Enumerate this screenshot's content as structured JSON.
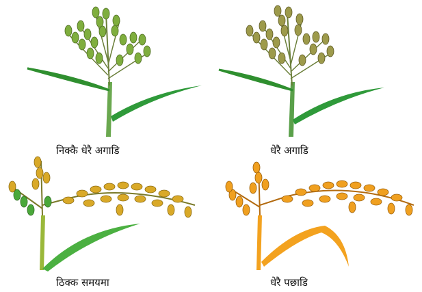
{
  "stages": [
    {
      "label": "निक्कै धेरै अगाडि",
      "grain_color": "#7fae3e",
      "leaf_color": "#3c9b2e"
    },
    {
      "label": "धेरै अगाडि",
      "grain_color": "#9d9a4b",
      "leaf_color": "#2f9a3a"
    },
    {
      "label": "ठिक्क समयमा",
      "grain_color": "#d9a928",
      "leaf_color": "#4bb041"
    },
    {
      "label": "धेरै पछाडि",
      "grain_color": "#f0a020",
      "leaf_color": "#f3a21f"
    }
  ]
}
